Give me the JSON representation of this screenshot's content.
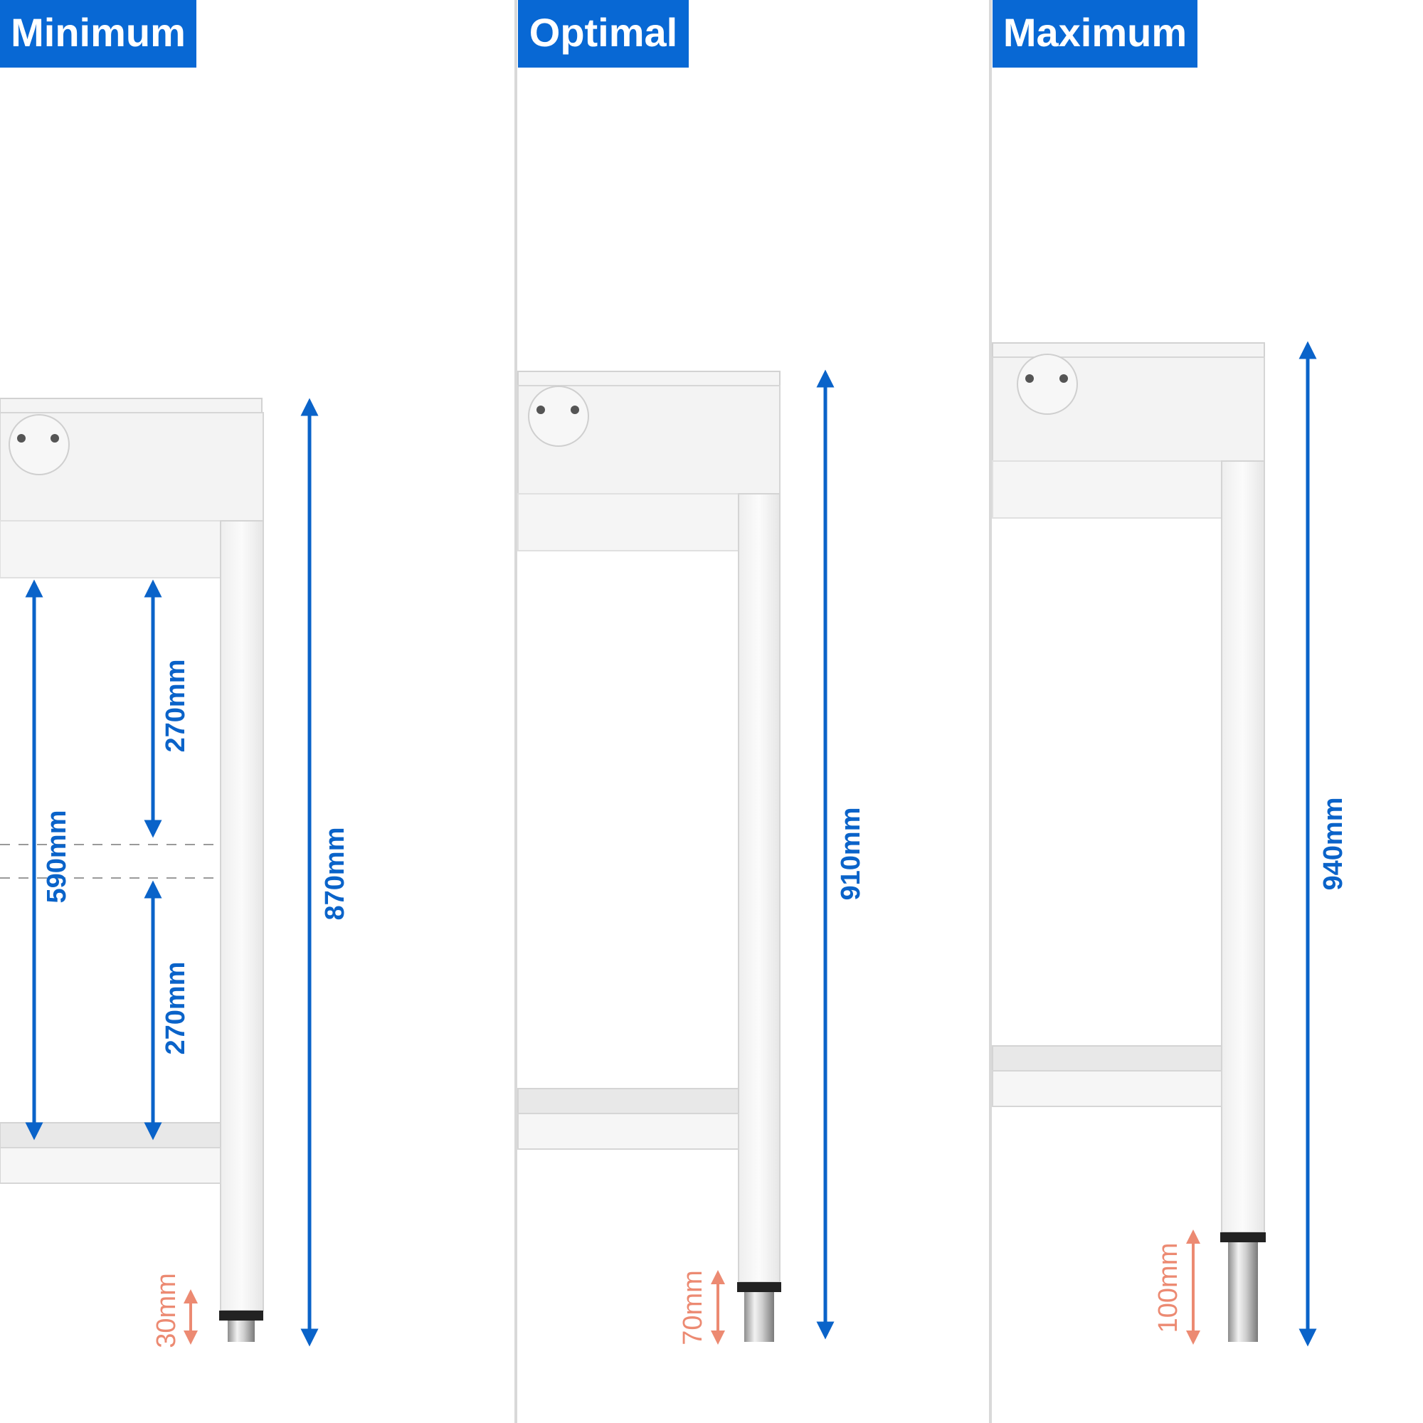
{
  "panels": [
    {
      "label": "Minimum",
      "total_height": "870mm",
      "shelf_span": "590mm",
      "upper_gap": "270mm",
      "lower_gap": "270mm",
      "foot_adjust": "30mm"
    },
    {
      "label": "Optimal",
      "total_height": "910mm",
      "foot_adjust": "70mm"
    },
    {
      "label": "Maximum",
      "total_height": "940mm",
      "foot_adjust": "100mm"
    }
  ],
  "colors": {
    "tag_bg": "#0868d4",
    "primary_dimension": "#0a63c9",
    "foot_dimension": "#ec8a72",
    "divider": "#d9d9d9",
    "frame_light": "#f6f6f6",
    "frame_edge": "#cfcfcf"
  }
}
